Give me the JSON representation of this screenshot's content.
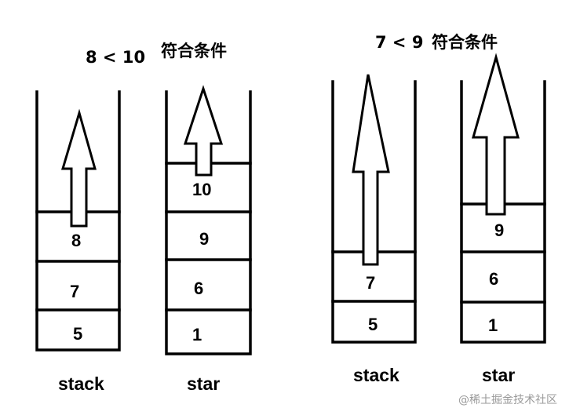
{
  "panels": [
    {
      "comparison": "8 < 10",
      "condition": "符合条件",
      "stack": {
        "label": "stack",
        "items": [
          "5",
          "7",
          "8"
        ]
      },
      "star": {
        "label": "star",
        "items": [
          "1",
          "6",
          "9",
          "10"
        ]
      }
    },
    {
      "comparison": "7 < 9",
      "condition": "符合条件",
      "stack": {
        "label": "stack",
        "items": [
          "5",
          "7"
        ]
      },
      "star": {
        "label": "star",
        "items": [
          "1",
          "6",
          "9"
        ]
      }
    }
  ],
  "watermark": "@稀土掘金技术社区"
}
